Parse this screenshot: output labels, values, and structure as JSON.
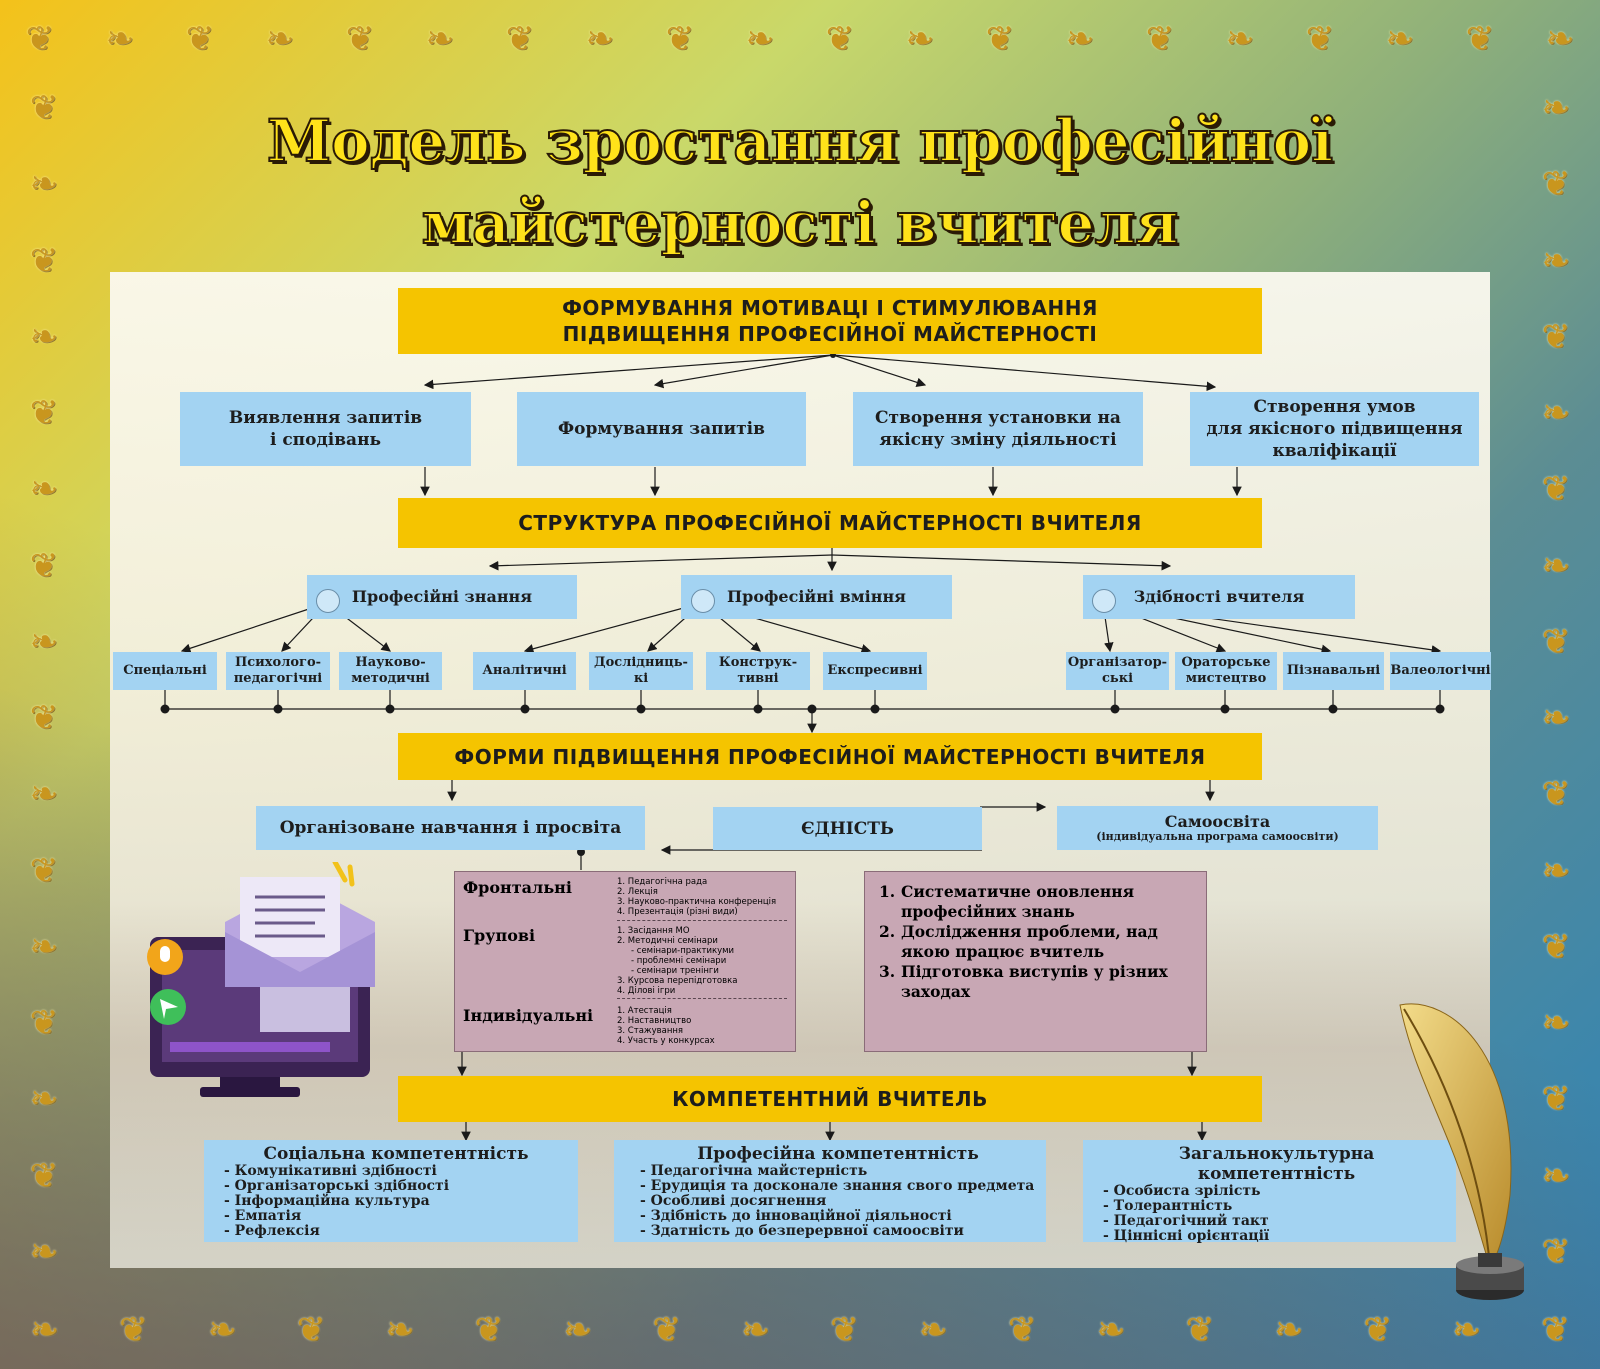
{
  "title": {
    "line1": "Модель зростання професійної",
    "line2": "майстерності вчителя"
  },
  "motivation": {
    "line1": "ФОРМУВАННЯ МОТИВАЦІ І СТИМУЛЮВАННЯ",
    "line2": "ПІДВИЩЕННЯ ПРОФЕСІЙНОЇ МАЙСТЕРНОСТІ",
    "items": [
      {
        "line1": "Виявлення запитів",
        "line2": "і сподівань",
        "line3": ""
      },
      {
        "line1": "Формування запитів",
        "line2": "",
        "line3": ""
      },
      {
        "line1": "Створення установки на",
        "line2": "якісну зміну діяльності",
        "line3": ""
      },
      {
        "line1": "Створення умов",
        "line2": "для якісного підвищення",
        "line3": "кваліфікації"
      }
    ]
  },
  "structure": {
    "title": "СТРУКТУРА ПРОФЕСІЙНОЇ МАЙСТЕРНОСТІ ВЧИТЕЛЯ",
    "groups": [
      {
        "name": "Професійні знання"
      },
      {
        "name": "Професійні вміння"
      },
      {
        "name": "Здібності вчителя"
      }
    ],
    "items": [
      {
        "line1": "Спеціальні",
        "line2": ""
      },
      {
        "line1": "Психолого-",
        "line2": "педагогічні"
      },
      {
        "line1": "Науково-",
        "line2": "методичні"
      },
      {
        "line1": "Аналітичні",
        "line2": ""
      },
      {
        "line1": "Дослідниць-",
        "line2": "кі"
      },
      {
        "line1": "Конструк-",
        "line2": "тивні"
      },
      {
        "line1": "Експресивні",
        "line2": ""
      },
      {
        "line1": "Організатор-",
        "line2": "ські"
      },
      {
        "line1": "Ораторське",
        "line2": "мистецтво"
      },
      {
        "line1": "Пізнавальні",
        "line2": ""
      },
      {
        "line1": "Валеологічні",
        "line2": ""
      }
    ]
  },
  "forms": {
    "title": "ФОРМИ ПІДВИЩЕННЯ ПРОФЕСІЙНОЇ МАЙСТЕРНОСТІ ВЧИТЕЛЯ",
    "organized": "Організоване навчання і просвіта",
    "unity": "ЄДНІСТЬ",
    "self": "Самоосвіта",
    "self_sub": "(індивідуальна програма самоосвіти)",
    "frontal": {
      "name": "Фронтальні",
      "items": [
        "1. Педагогічна рада",
        "2. Лекція",
        "3. Науково-практична конференція",
        "4. Презентація (різні види)"
      ]
    },
    "group": {
      "name": "Групові",
      "items": [
        "1. Засідання МО",
        "2. Методичні семінари",
        "- семінари-практикуми",
        "- проблемні семінари",
        "- семінари тренінги",
        "3. Курсова перепідготовка",
        "4. Ділові ігри"
      ]
    },
    "individual": {
      "name": "Індивідуальні",
      "items": [
        "1. Атестація",
        "2. Наставництво",
        "3. Стажування",
        "4. Участь у конкурсах"
      ]
    },
    "self_list": [
      {
        "num": "1.",
        "line1": "Систематичне оновлення",
        "line2": "професійних знань"
      },
      {
        "num": "2.",
        "line1": "Дослідження проблеми, над",
        "line2": "якою працює вчитель"
      },
      {
        "num": "3.",
        "line1": "Підготовка виступів у різних",
        "line2": "заходах"
      }
    ]
  },
  "competent": {
    "title": "КОМПЕТЕНТНИЙ ВЧИТЕЛЬ",
    "social": {
      "name": "Соціальна компетентність",
      "items": [
        "- Комунікативні здібності",
        "- Організаторські здібності",
        "- Інформаційна культура",
        "- Емпатія",
        "- Рефлексія"
      ]
    },
    "professional": {
      "name": "Професійна компетентність",
      "items": [
        "- Педагогічна майстерність",
        "- Ерудиція та досконале знання свого предмета",
        "- Особливі досягнення",
        "- Здібність до інноваційної діяльності",
        "- Здатність до безперервної самоосвіти"
      ]
    },
    "cultural": {
      "name": "Загальнокультурна компетентність",
      "items": [
        "- Особиста зрілість",
        "- Толерантність",
        "- Педагогічний такт",
        "- Ціннісні орієнтації"
      ]
    }
  },
  "colors": {
    "yellow_box": "#f5c400",
    "blue_box": "#a3d3f2",
    "pink_box": "#c8a7b4",
    "title_yellow": "#ffe21a"
  },
  "icons": [
    "ornament-leaf-icon",
    "computer-mail-icon",
    "quill-inkwell-icon"
  ]
}
